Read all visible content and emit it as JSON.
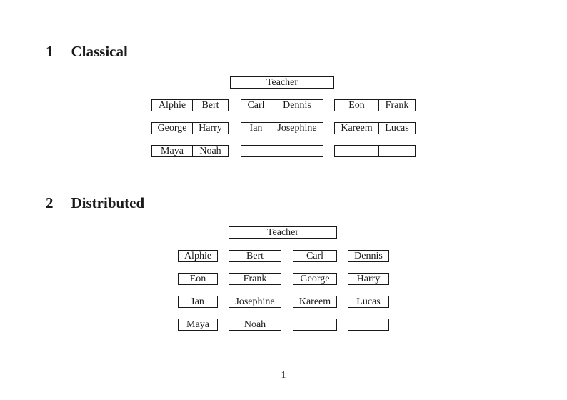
{
  "document": {
    "page_number": "1",
    "ink_color": "#1a1a1a",
    "background_color": "#ffffff",
    "sections": [
      {
        "number": "1",
        "title": "Classical",
        "teacher_label": "Teacher",
        "layout": "rows of double desks",
        "rows": [
          [
            [
              "Alphie",
              "Bert"
            ],
            [
              "Carl",
              "Dennis"
            ],
            [
              "Eon",
              "Frank"
            ]
          ],
          [
            [
              "George",
              "Harry"
            ],
            [
              "Ian",
              "Josephine"
            ],
            [
              "Kareem",
              "Lucas"
            ]
          ],
          [
            [
              "Maya",
              "Noah"
            ],
            [
              "",
              ""
            ],
            [
              "",
              ""
            ]
          ]
        ]
      },
      {
        "number": "2",
        "title": "Distributed",
        "teacher_label": "Teacher",
        "layout": "rows of single desks",
        "rows": [
          [
            "Alphie",
            "Bert",
            "Carl",
            "Dennis"
          ],
          [
            "Eon",
            "Frank",
            "George",
            "Harry"
          ],
          [
            "Ian",
            "Josephine",
            "Kareem",
            "Lucas"
          ],
          [
            "Maya",
            "Noah",
            "",
            ""
          ]
        ]
      }
    ]
  }
}
